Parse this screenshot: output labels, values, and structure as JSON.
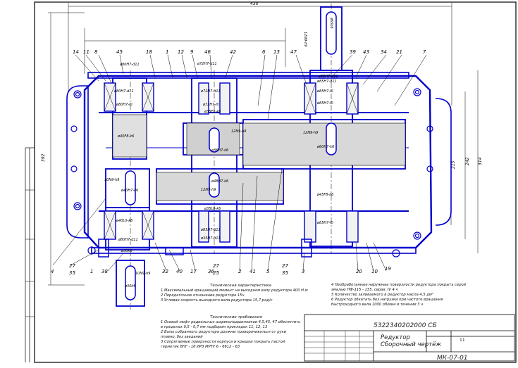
{
  "drawing": {
    "title": "Редуктор",
    "subtitle": "Сборочный чертёж",
    "designation": "5322340202000 СБ",
    "sheet_number": "11",
    "sheet_code": "МК-07-01",
    "overall_dims": {
      "length": "430",
      "height": "392",
      "h2": "314",
      "h3": "242",
      "h4": "215"
    }
  },
  "callouts_top": [
    "14",
    "11",
    "8",
    "45",
    "18",
    "1",
    "12",
    "9",
    "46",
    "42",
    "6",
    "13",
    "47",
    "39",
    "43",
    "34",
    "21",
    "7"
  ],
  "callouts_bottom": [
    "4",
    "27",
    "35",
    "1",
    "38",
    "32",
    "40",
    "17",
    "36",
    "27",
    "25",
    "2",
    "41",
    "5",
    "27",
    "35",
    "3",
    "20",
    "10",
    "19"
  ],
  "fits": {
    "top_bearing": "ø80H7-d11",
    "f1": "ø80H7-d11",
    "f2": "ø80H7-l0",
    "f3": "ø40F8-k6",
    "f4": "ø72H7-d11",
    "f5": "ø72H7-l0",
    "f6": "ø35F8-k6",
    "f7": "ø36H7-k6",
    "f8": "ø85H7-d11",
    "f9": "ø85H7-l0",
    "f10": "ø85H7-l0",
    "f11": "ø60H7-k6",
    "f12": "ø45F8-k6",
    "f13": "ø85H7-l0",
    "f14": "ø40H7-k6",
    "f15": "ø35L0-k6",
    "f16": "ø80H7-d11",
    "f17": "ø30k6",
    "f18": "ø65k6",
    "f19": "ø48k6",
    "f20": "10N9-h9",
    "f21": "12N9-h9",
    "f22": "ø30k6",
    "f23": "ø48H7-k6",
    "f24": "ø40L0-k6",
    "f25": "ø85H7-d11",
    "f26": "ø35H7-d11",
    "f27": "12N9-h9",
    "f28": "ø65k6"
  },
  "tech": {
    "heading": "Техническая характеристика",
    "items": [
      "1 Максимальный вращающий момент на выходном валу редуктора 400 Н.м",
      "2 Передаточное отношение редуктора 15ч",
      "3 Угловая скорость выходного вала редуктора 15,7 рад/с"
    ]
  },
  "req": {
    "heading": "Технические требования",
    "items": [
      "1 Осевой люфт радиальных шарикоподшипников 4,5,45, 47 обеспечить",
      "в пределах 0,5 - 0,7 мм подбором прокладок 11, 12, 13",
      "2 Валы собранного редуктора должны проворачиваться от руки",
      "плавно, без заеданий",
      "3 Сопрягаемые поверхности корпуса и крышки покрыть пастой",
      "герметик ВНГ - 1б ИРЗ МРТУ 6 - 6612 - 63"
    ]
  },
  "req_right": {
    "items": [
      "4 Необработанные наружные поверхности редуктора покрыть серой",
      "эмалью ПФ-115 - 155, серая, IV 4 ч",
      "5 Количество заливаемого в редуктор масла 4,5 дм³",
      "6 Редуктор обкатать без нагрузки при частоте вращения",
      "быстроходного вала 1000 об/мин в течении 3 ч"
    ]
  }
}
